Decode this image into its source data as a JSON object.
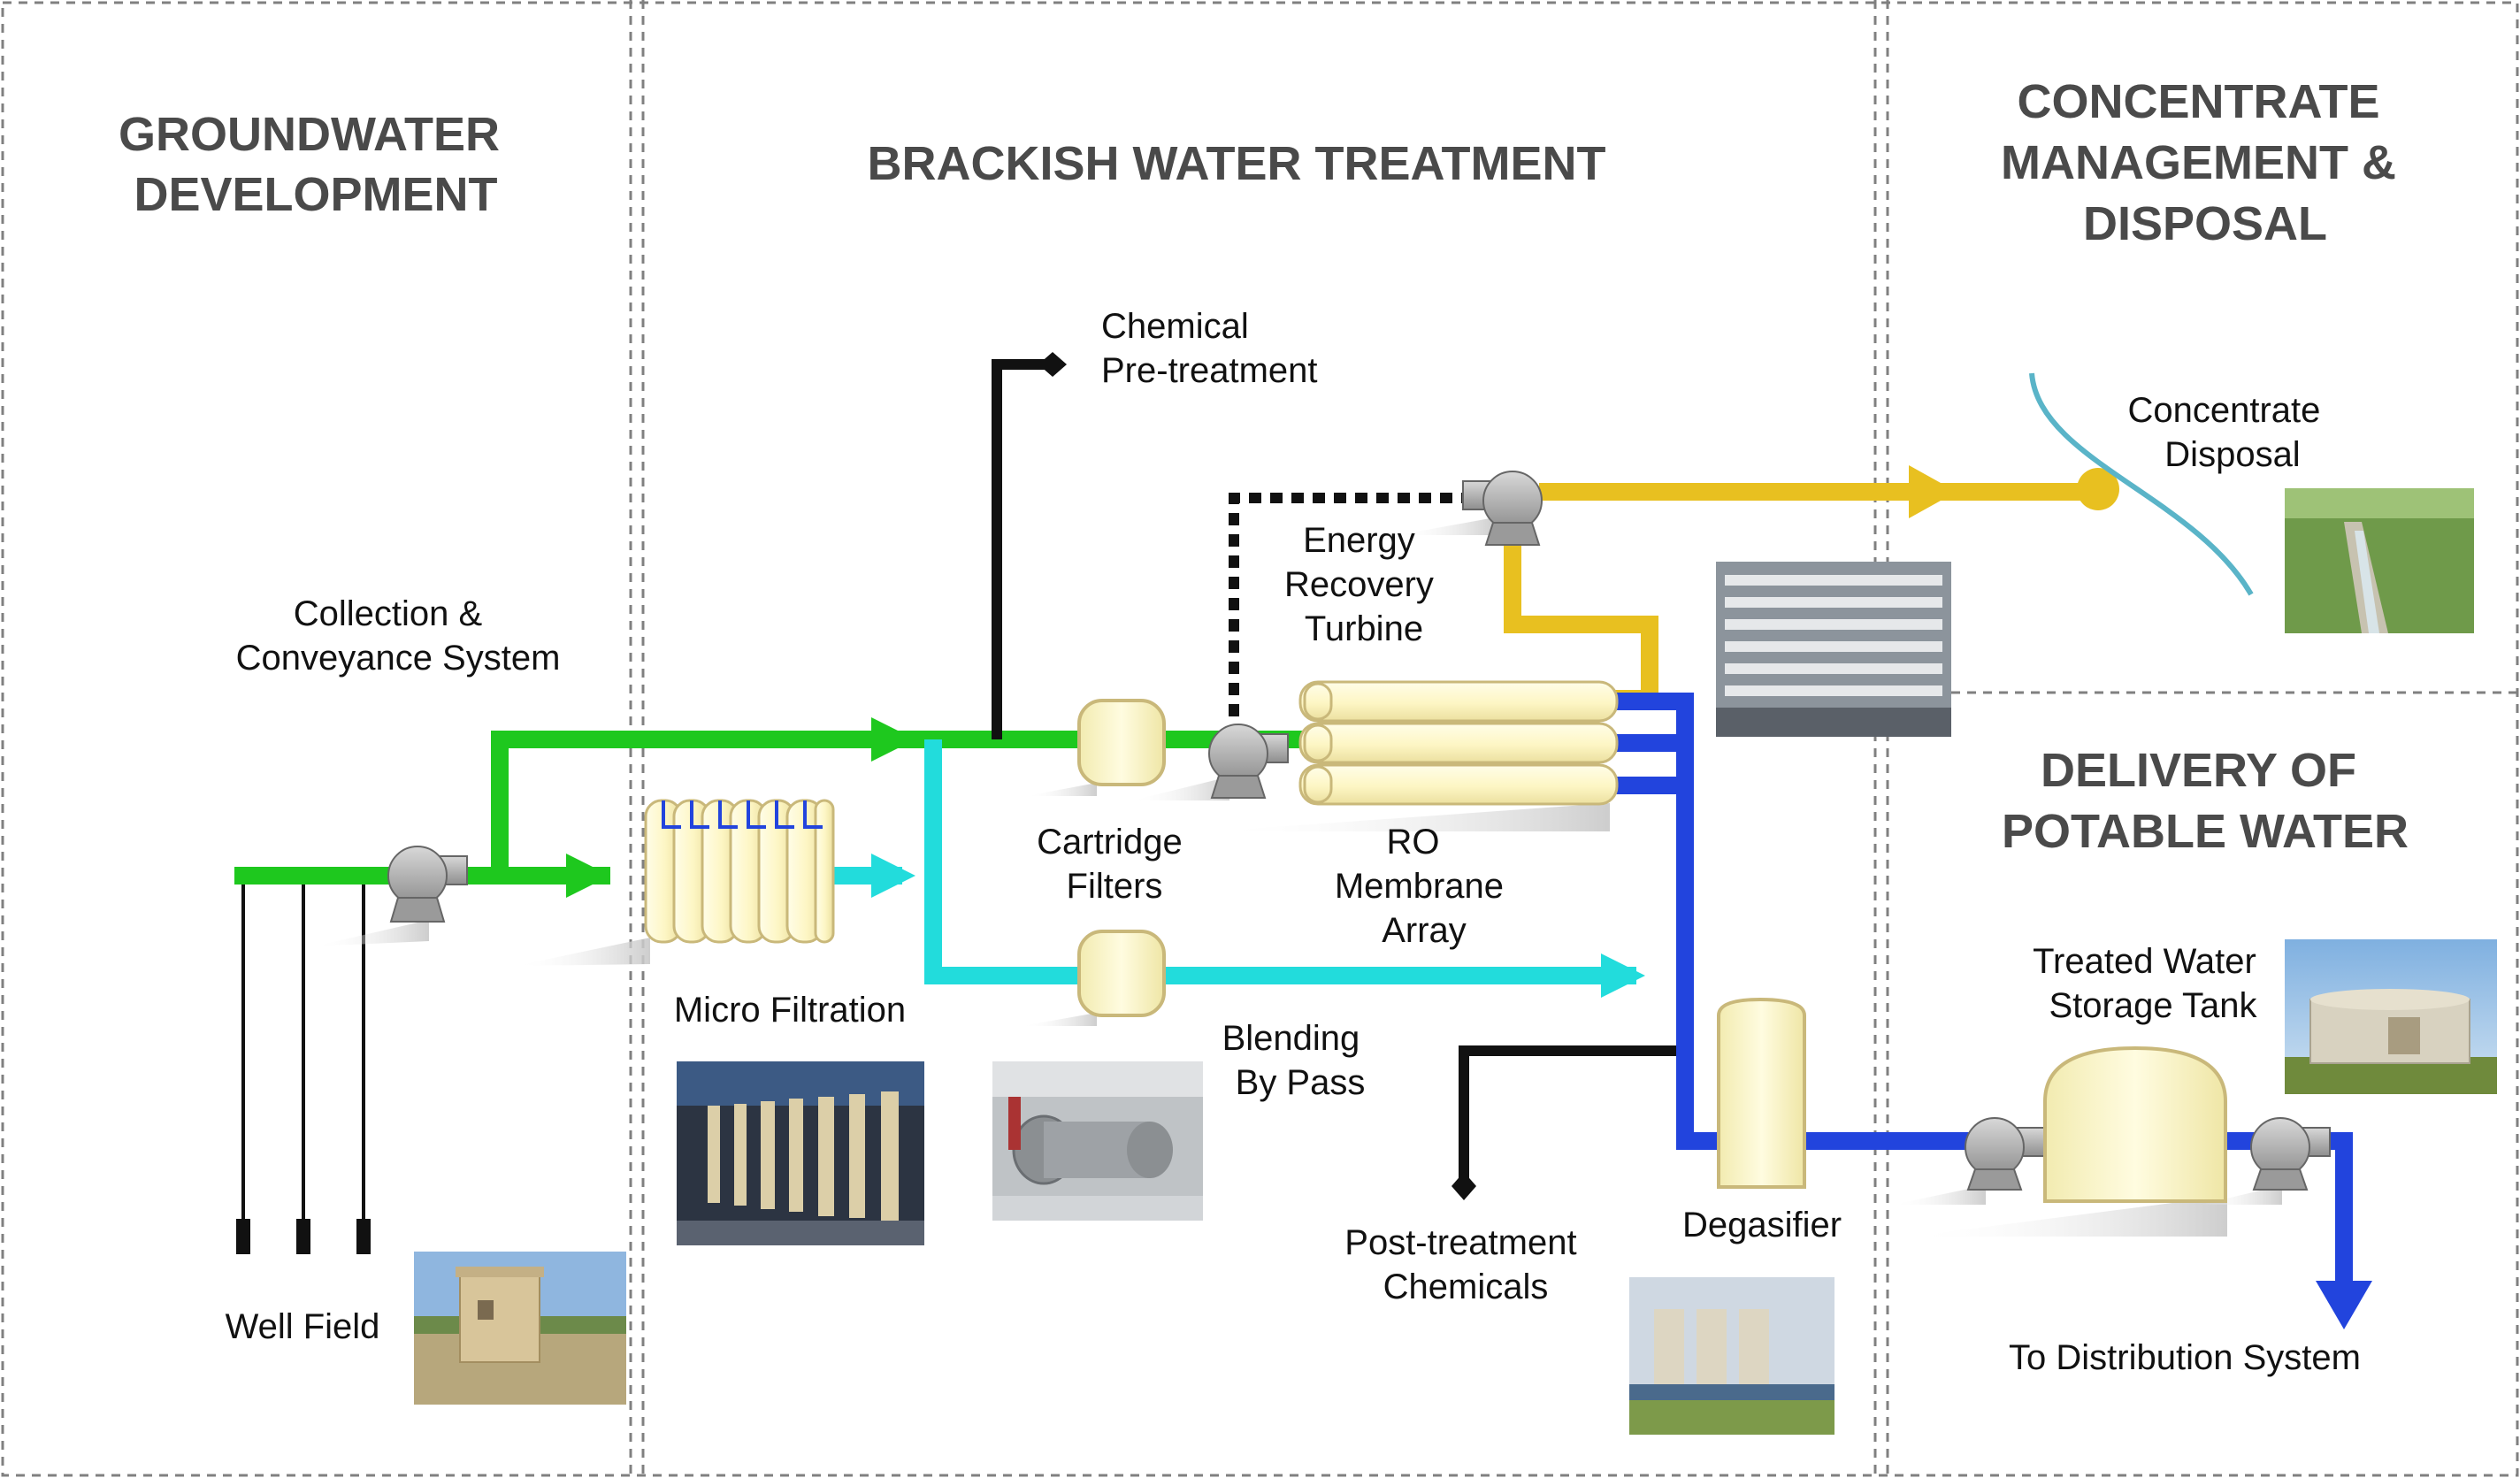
{
  "sections": {
    "groundwater": [
      "GROUNDWATER",
      "DEVELOPMENT"
    ],
    "treatment": [
      "BRACKISH WATER TREATMENT"
    ],
    "concentrate": [
      "CONCENTRATE",
      "MANAGEMENT &",
      "DISPOSAL"
    ],
    "delivery": [
      "DELIVERY OF",
      "POTABLE WATER"
    ]
  },
  "labels": {
    "collection": [
      "Collection &",
      "Conveyance System"
    ],
    "well_field": "Well Field",
    "micro_filtration": "Micro  Filtration",
    "chemical_pretreatment": [
      "Chemical",
      "Pre-treatment"
    ],
    "cartridge_filters": [
      "Cartridge",
      "Filters"
    ],
    "ro_array": [
      "RO",
      "Membrane",
      "Array"
    ],
    "energy_recovery": [
      "Energy",
      "Recovery",
      "Turbine"
    ],
    "concentrate_disposal": [
      "Concentrate",
      "Disposal"
    ],
    "blending": [
      "Blending",
      "By Pass"
    ],
    "post_treatment": [
      "Post-treatment",
      "Chemicals"
    ],
    "degasifier": "Degasifier",
    "storage_tank": [
      "Treated Water",
      "Storage Tank"
    ],
    "distribution": "To Distribution System"
  },
  "colors": {
    "raw_water": "#1ec81e",
    "filtered_water": "#22dcdc",
    "permeate": "#2244dd",
    "concentrate": "#e8c020",
    "chemical": "#111111",
    "discharge_line": "#5ab4c8",
    "equipment_fill": "#fdf8c8",
    "equipment_stroke": "#c9b87a",
    "section_title": "#4a4a4a",
    "divider": "#808080"
  }
}
